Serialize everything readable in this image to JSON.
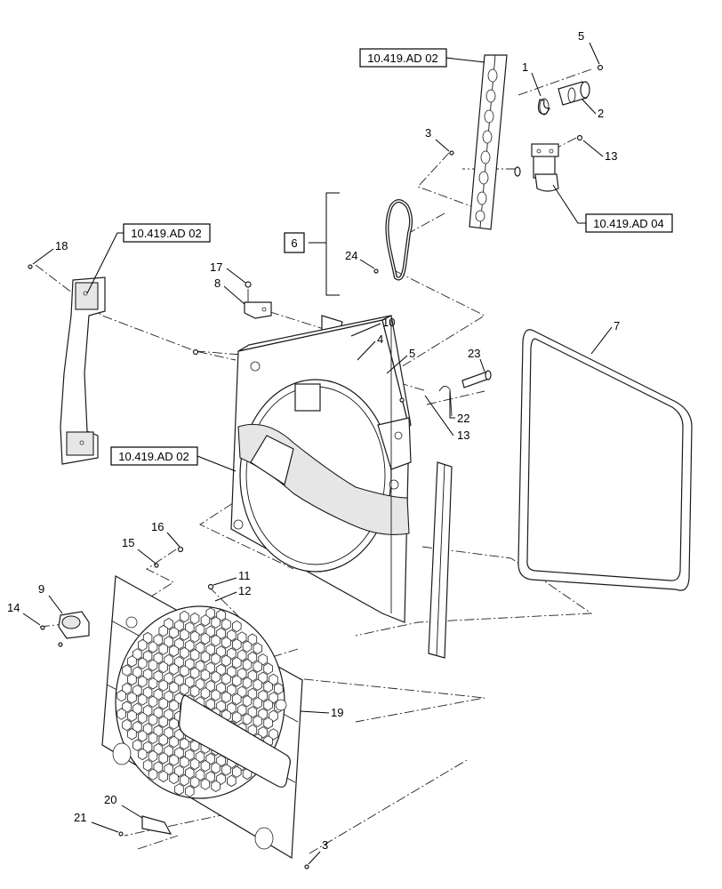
{
  "references": {
    "fan_shroud_top": "10.419.AD 02",
    "left_bracket": "10.419.AD 02",
    "fan_shroud": "10.419.AD 02",
    "reservoir": "10.419.AD 04"
  },
  "callouts": {
    "c1": "1",
    "c2": "2",
    "c3_top": "3",
    "c3_bottom": "3",
    "c4": "4",
    "c5_top": "5",
    "c5_mid": "5",
    "c6": "6",
    "c7": "7",
    "c8": "8",
    "c9": "9",
    "c10": "10",
    "c11": "11",
    "c12": "12",
    "c13_top": "13",
    "c13_mid": "13",
    "c14": "14",
    "c15": "15",
    "c16": "16",
    "c17": "17",
    "c18": "18",
    "c19": "19",
    "c20": "20",
    "c21": "21",
    "c22": "22",
    "c23": "23",
    "c24": "24"
  }
}
